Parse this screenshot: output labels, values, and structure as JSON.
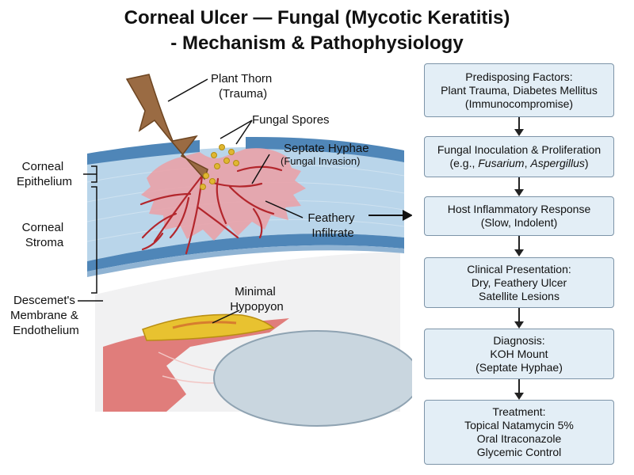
{
  "title": {
    "line1": "Corneal Ulcer — Fungal (Mycotic Keratitis)",
    "line2": "- Mechanism & Pathophysiology"
  },
  "labels": {
    "plant_thorn": [
      "Plant Thorn",
      "(Trauma)"
    ],
    "fungal_spores": "Fungal Spores",
    "septate_hyphae": [
      "Septate Hyphae",
      "(Fungal Invasion)"
    ],
    "corneal_epithelium": [
      "Corneal",
      "Epithelium"
    ],
    "corneal_stroma": [
      "Corneal",
      "Stroma"
    ],
    "feathery_infiltrate": [
      "Feathery",
      "Infiltrate"
    ],
    "descemets": [
      "Descemet's",
      "Membrane &",
      "Endothelium"
    ],
    "minimal_hypopyon": [
      "Minimal",
      "Hypopyon"
    ]
  },
  "flowchart": {
    "box1": {
      "lines": [
        "Predisposing Factors:",
        "Plant Trauma, Diabetes Mellitus",
        "(Immunocompromise)"
      ]
    },
    "box2": {
      "line1": "Fungal Inoculation & Proliferation",
      "prefix": "(e.g., ",
      "italic1": "Fusarium",
      "sep": ", ",
      "italic2": "Aspergillus",
      "suffix": ")"
    },
    "box3": {
      "lines": [
        "Host Inflammatory Response",
        "(Slow, Indolent)"
      ]
    },
    "box4": {
      "lines": [
        "Clinical Presentation:",
        "Dry, Feathery Ulcer",
        "Satellite Lesions"
      ]
    },
    "box5": {
      "lines": [
        "Diagnosis:",
        "KOH Mount",
        "(Septate Hyphae)"
      ]
    },
    "box6": {
      "lines": [
        "Treatment:",
        "Topical Natamycin 5%",
        "Oral Itraconazole",
        "Glycemic Control"
      ]
    }
  },
  "colors": {
    "epithelium": "#4f86b8",
    "stroma": "#b9d5ea",
    "infiltrate": "#e9a2a8",
    "hyphae": "#b3262c",
    "thorn": "#9a6b43",
    "spores": "#e0b732",
    "box_fill": "#e3eef6",
    "box_border": "#7d94a8"
  }
}
